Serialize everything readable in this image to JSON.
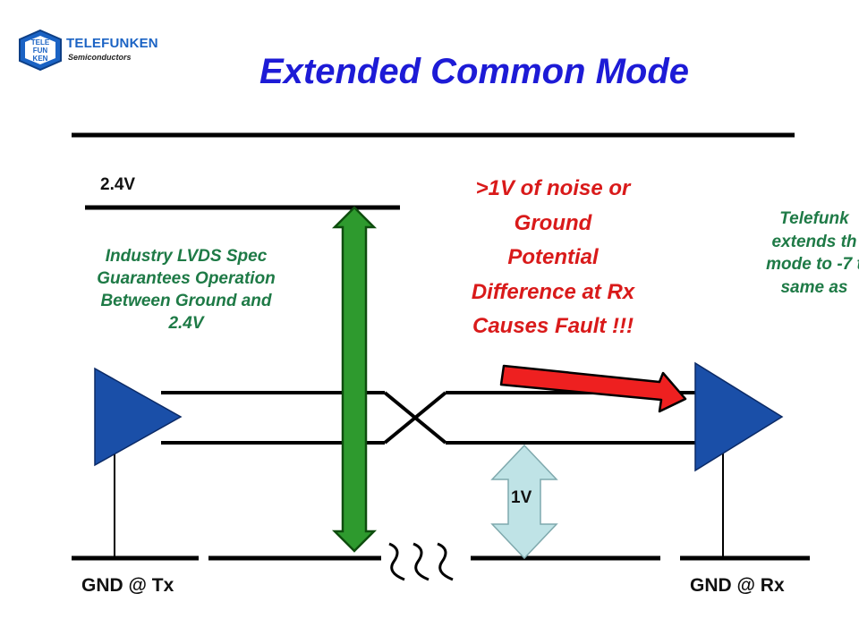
{
  "header": {
    "title": "Extended Common Mode",
    "logo": {
      "name": "TELEFUNKEN",
      "subtitle": "Semiconductors",
      "badge_lines": [
        "TELE",
        "FUN",
        "KEN"
      ],
      "colors": {
        "primary": "#1b63c4"
      }
    }
  },
  "diagram": {
    "voltage_top_label": "2.4V",
    "industry_spec_note": [
      "Industry LVDS Spec",
      "Guarantees Operation",
      "Between Ground and",
      "2.4V"
    ],
    "fault_note": [
      ">1V of noise or",
      "Ground",
      "Potential",
      "Difference at Rx",
      "Causes Fault !!!"
    ],
    "telefunken_note": [
      "Telefunk",
      "extends th",
      "mode to -7 t",
      "same as"
    ],
    "offset_label": "1V",
    "gnd_tx_label": "GND @ Tx",
    "gnd_rx_label": "GND @ Rx",
    "colors": {
      "title": "#1d1bd6",
      "green_text": "#1e7a46",
      "red_text": "#d91a1a",
      "driver": "#1a4fa8",
      "green_arrow": "#2e9a2e",
      "red_arrow": "#ee2020",
      "offset_arrow": "#bfe3e6"
    }
  }
}
